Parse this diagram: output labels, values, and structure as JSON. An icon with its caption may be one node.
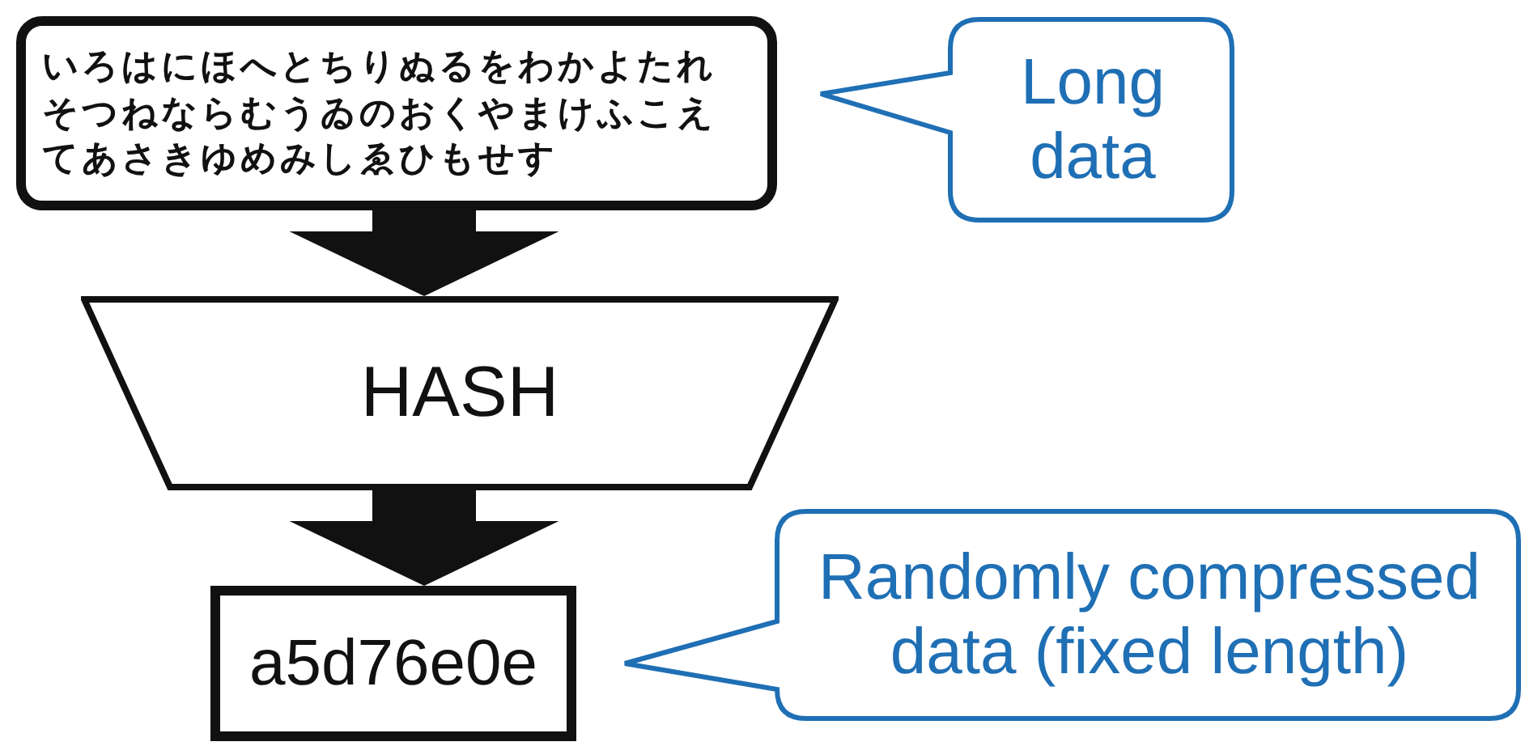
{
  "diagram": {
    "nodes": [
      {
        "text": [
          "いろはにほへとちりぬるをわかよたれそつねならむうゐのおくやまけふこえてあさきゆめみしゑひもせす"
        ]
      },
      {
        "text": [
          "Long data"
        ]
      },
      {
        "text": [
          "HASH"
        ]
      },
      {
        "text": [
          "a5d76e0e"
        ]
      },
      {
        "text": [
          "Randomly compressed data (fixed length)"
        ]
      }
    ],
    "edges": [
      {
        "from": 0,
        "to": 2,
        "arrow": "to"
      },
      {
        "from": 2,
        "to": 3,
        "arrow": "to"
      }
    ]
  }
}
